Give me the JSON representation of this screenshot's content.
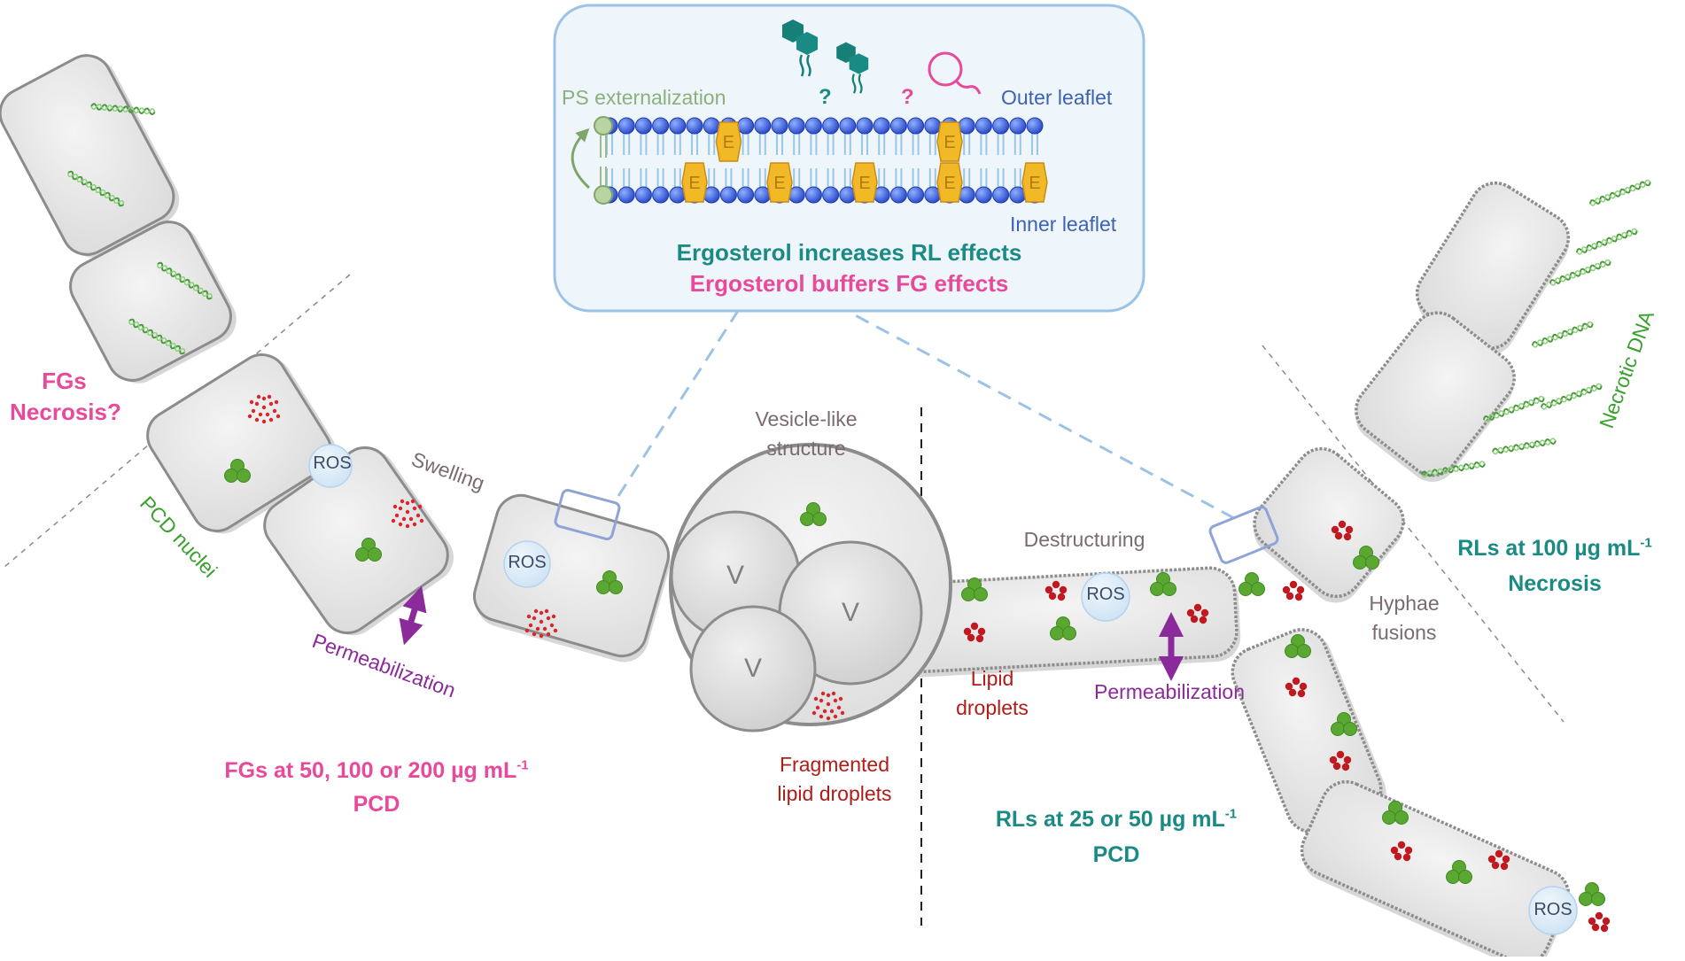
{
  "membrane": {
    "ps_externalization": "PS externalization",
    "outer_leaflet": "Outer leaflet",
    "inner_leaflet": "Inner leaflet",
    "ergosterol_marker": "E",
    "question_mark": "?",
    "rl_effect": "Ergosterol increases RL effects",
    "fg_effect": "Ergosterol buffers FG effects"
  },
  "left": {
    "fgs": "FGs",
    "necrosis_q": "Necrosis?",
    "pcd_nuclei": "PCD nuclei",
    "swelling": "Swelling",
    "permeabilization": "Permeabilization",
    "fgs_conc_prefix": "FGs at 50, 100 or 200 µg mL",
    "exponent": "-1",
    "pcd": "PCD"
  },
  "center": {
    "vesicle_line1": "Vesicle-like",
    "vesicle_line2": "structure",
    "vacuole": "V",
    "fragmented_line1": "Fragmented",
    "fragmented_line2": "lipid droplets"
  },
  "right": {
    "destructuring": "Destructuring",
    "lipid_line1": "Lipid",
    "lipid_line2": "droplets",
    "permeabilization": "Permeabilization",
    "hyphae_line1": "Hyphae",
    "hyphae_line2": "fusions",
    "necrotic_dna": "Necrotic DNA",
    "rls100_prefix": "RLs at 100 µg mL",
    "exponent": "-1",
    "necrosis": "Necrosis",
    "rls25_prefix": "RLs at 25 or 50 µg mL",
    "pcd": "PCD"
  },
  "ros_label": "ROS",
  "colors": {
    "pink": "#e8499a",
    "teal": "#1a8a85",
    "purple": "#8b2a9a",
    "lipid_red": "#c0191f",
    "nucleus_green": "#5aa832",
    "membrane_blue": "#3a5fe0",
    "ergosterol": "#f2b927",
    "cell_fill": "#e8e8e8",
    "cell_stroke": "#8c8c8c"
  }
}
